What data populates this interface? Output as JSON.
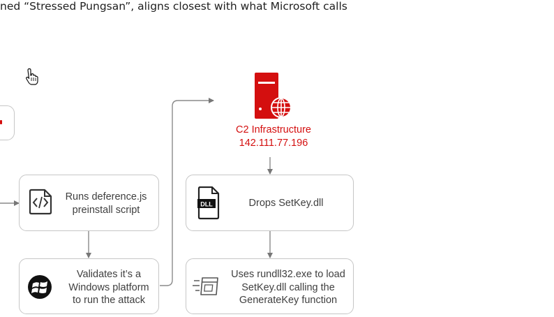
{
  "article": {
    "intro_fragment": "ned “Stressed Pungsan”, aligns closest with what Microsoft calls"
  },
  "diagram": {
    "c2": {
      "label": "C2 Infrastructure",
      "ip": "142.111.77.196",
      "color": "#d40f0f",
      "icon": "server-globe-icon"
    },
    "steps": {
      "preinstall": {
        "line1": "Runs deference.js",
        "line2": "preinstall  script",
        "icon": "code-file-icon"
      },
      "validate": {
        "line1": "Validates it’s a",
        "line2": "Windows platform",
        "line3": "to run the attack",
        "icon": "windows-logo-icon"
      },
      "drop": {
        "text": "Drops SetKey.dll",
        "icon": "dll-file-icon",
        "icon_label": "DLL"
      },
      "rundll": {
        "line1": "Uses rundll32.exe to load",
        "line2": "SetKey.dll calling the",
        "line3": "GenerateKey function",
        "icon": "window-speed-icon"
      }
    }
  }
}
